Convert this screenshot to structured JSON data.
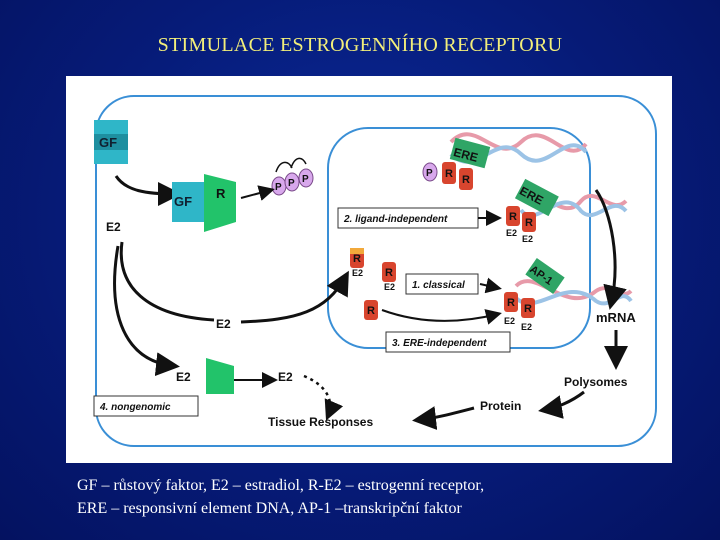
{
  "slide": {
    "title": "STIMULACE ESTROGENNÍHO RECEPTORU",
    "caption_line1": "GF – růstový faktor, E2 – estradiol, R-E2 – estrogenní receptor,",
    "caption_line2": "ERE – responsivní element DNA, AP-1 –transkripční faktor"
  },
  "diagram": {
    "gf_top": "GF",
    "gf_bound": "GF",
    "r_membrane": "R",
    "e2_left": "E2",
    "e2_mid": "E2",
    "e2_bottom": "E2",
    "e2_free": "E2",
    "p1": "P",
    "p2": "P",
    "p3": "P",
    "p_nuc": "P",
    "ere1": "ERE",
    "ere2": "ERE",
    "ap1": "AP-1",
    "path2_label": "2. ligand-independent",
    "path1_label": "1. classical",
    "path3_label": "3. ERE-independent",
    "path4_label": "4. nongenomic",
    "r": "R",
    "e2": "E2",
    "mrna": "mRNA",
    "polysomes": "Polysomes",
    "protein": "Protein",
    "tissue": "Tissue Responses"
  },
  "colors": {
    "background": "#061b78",
    "title": "#f2ee7a",
    "cell_outline": "#3a8fd6",
    "receptor": "#d8452e",
    "ligand_cap": "#f2a93b",
    "gf": "#2fb6c8",
    "membrane_receptor": "#22c36a",
    "phosphate": "#d8a8ec",
    "dna_pink": "#e79aa9",
    "dna_blue": "#9cc3e6",
    "ere_box": "#2fa566"
  }
}
